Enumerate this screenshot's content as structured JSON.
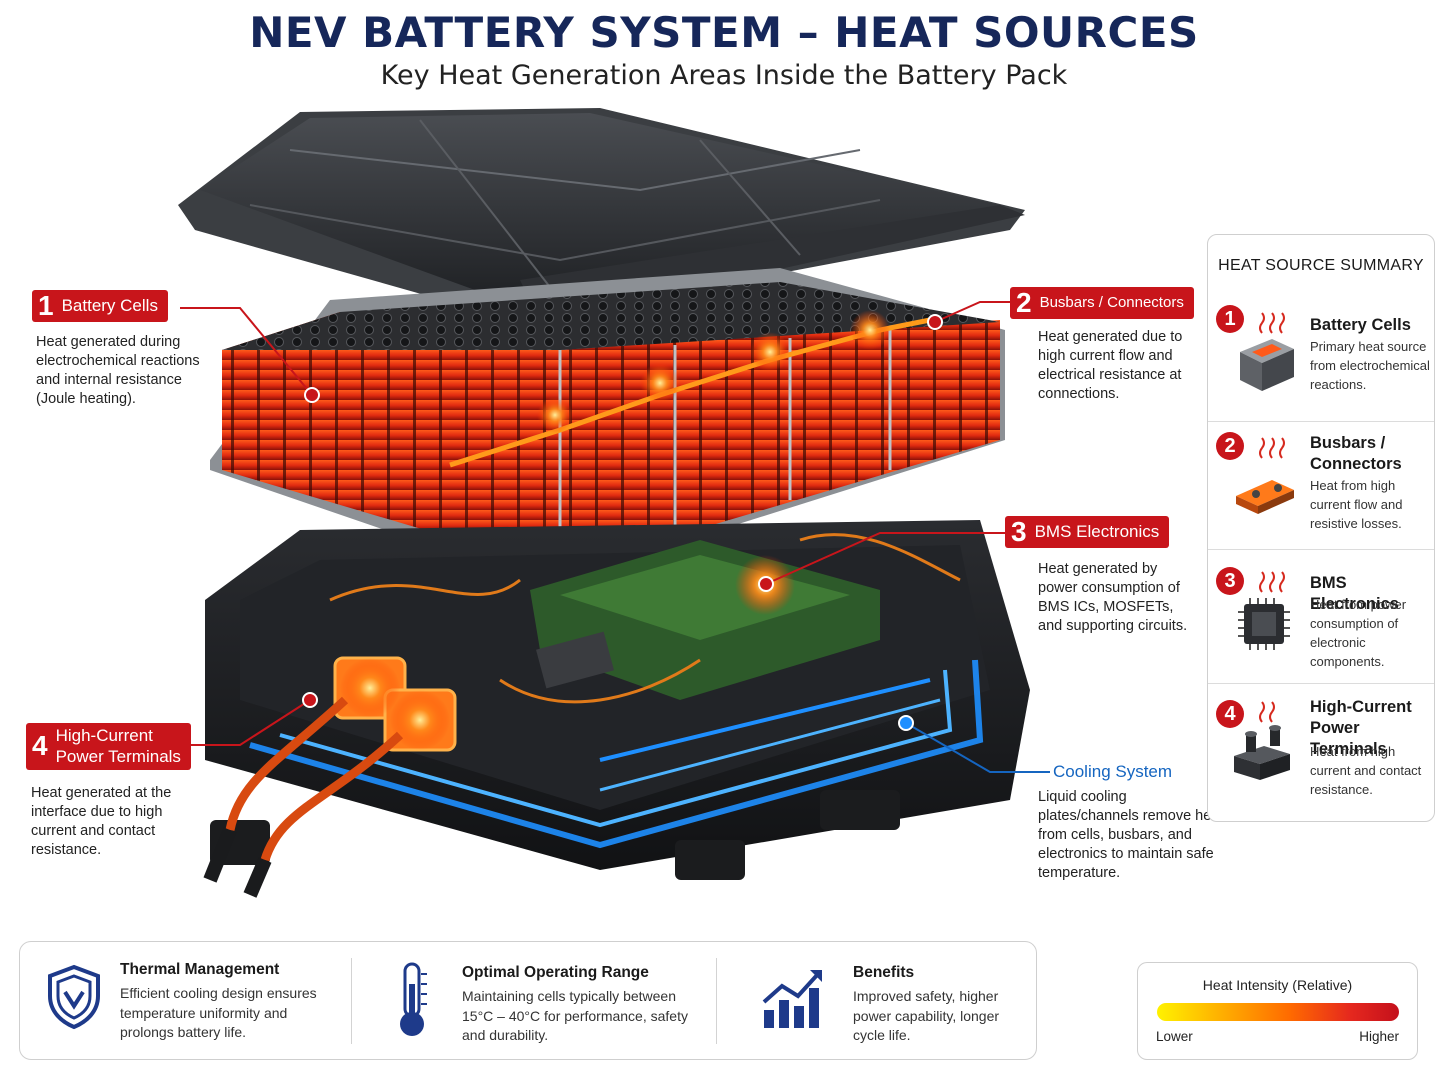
{
  "header": {
    "title": "NEV BATTERY SYSTEM – HEAT SOURCES",
    "subtitle": "Key Heat Generation Areas Inside the Battery Pack"
  },
  "callouts": [
    {
      "number": "1",
      "label": "Battery Cells",
      "description": "Heat generated during electrochemical reactions and internal resistance (Joule heating)."
    },
    {
      "number": "2",
      "label": "Busbars / Connectors",
      "description": "Heat generated due to high current flow and electrical resistance at connections."
    },
    {
      "number": "3",
      "label": "BMS Electronics",
      "description": "Heat generated by power consumption of BMS ICs, MOSFETs, and supporting circuits."
    },
    {
      "number": "4",
      "label_line1": "High-Current",
      "label_line2": "Power Terminals",
      "description": "Heat generated at the interface due to high current and contact resistance."
    }
  ],
  "cooling": {
    "label": "Cooling System",
    "description": "Liquid cooling plates/channels remove heat from cells, busbars, and electronics to maintain safe temperature."
  },
  "summary": {
    "title": "HEAT SOURCE SUMMARY",
    "items": [
      {
        "number": "1",
        "name": "Battery Cells",
        "description": "Primary heat source from electrochemical reactions.",
        "icon": "battery-module-icon"
      },
      {
        "number": "2",
        "name": "Busbars / Connectors",
        "description": "Heat from high current flow and resistive losses.",
        "icon": "busbar-connector-icon"
      },
      {
        "number": "3",
        "name": "BMS Electronics",
        "description": "Heat from power consumption of electronic components.",
        "icon": "chip-icon"
      },
      {
        "number": "4",
        "name": "High-Current Power Terminals",
        "description": "Heat from high current and contact resistance.",
        "icon": "power-terminal-icon"
      }
    ]
  },
  "info_bar": [
    {
      "title": "Thermal Management",
      "description": "Efficient cooling design ensures temperature uniformity and prolongs battery life.",
      "icon": "shield-icon"
    },
    {
      "title": "Optimal Operating Range",
      "description": "Maintaining cells typically between 15°C – 40°C for performance, safety and durability.",
      "icon": "thermometer-icon"
    },
    {
      "title": "Benefits",
      "description": "Improved safety, higher power capability, longer cycle life.",
      "icon": "growth-chart-icon"
    }
  ],
  "legend": {
    "title": "Heat Intensity (Relative)",
    "low_label": "Lower",
    "high_label": "Higher"
  },
  "colors": {
    "title": "#16275a",
    "accent_red": "#c8151b",
    "cooling_blue": "#1565c0",
    "heat_orange": "#ff5a1a"
  }
}
